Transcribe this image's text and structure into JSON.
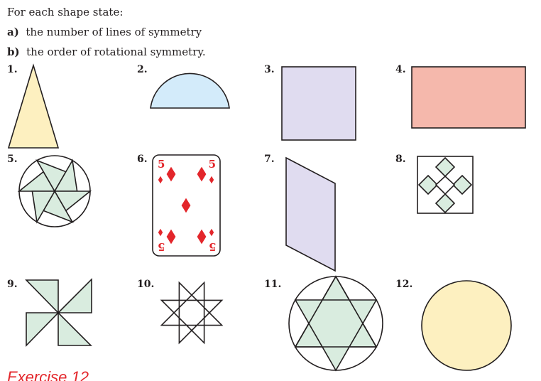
{
  "instruction": "For each shape state:",
  "parts": [
    {
      "label": "a)",
      "text": "the number of lines of symmetry"
    },
    {
      "label": "b)",
      "text": "the order of rotational symmetry."
    }
  ],
  "numbers": [
    "1.",
    "2.",
    "3.",
    "4.",
    "5.",
    "6.",
    "7.",
    "8.",
    "9.",
    "10.",
    "11.",
    "12."
  ],
  "card": {
    "rank": "5"
  },
  "next_heading": "Exercise 12",
  "colors": {
    "yellow": "#fdf0c0",
    "blue": "#d3ebfa",
    "lavender": "#e0dcf0",
    "pink": "#f5b8ac",
    "green": "#d9ecdf",
    "red": "#e3262b"
  }
}
